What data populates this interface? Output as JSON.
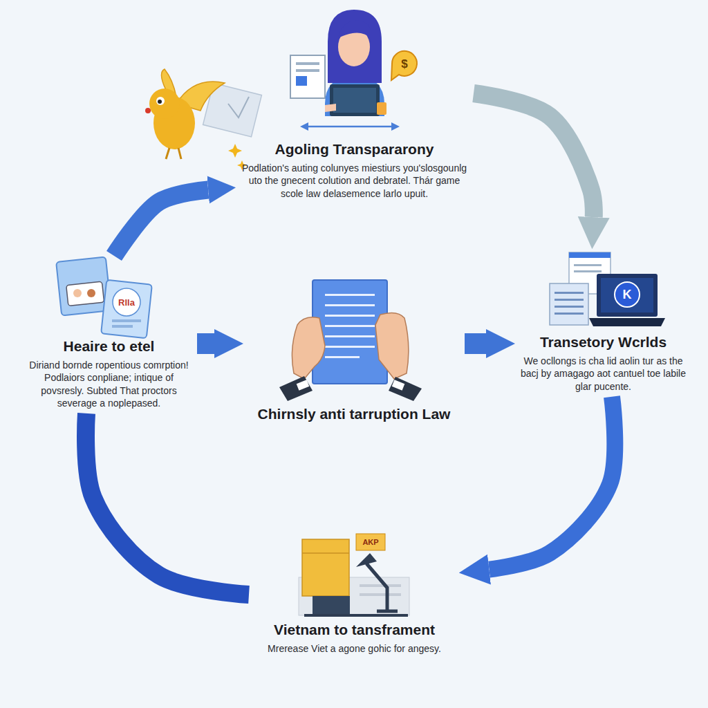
{
  "diagram": {
    "nodes": [
      {
        "text": [
          "Agoling Transpararony",
          "Podlation's auting colunyes miestiurs you'slosgounlg uto the gnecent colution and debratel. Thár game scole law delasemence larlo upuit."
        ]
      },
      {
        "text": [
          "Heaire to etel",
          "Diriand bornde ropentious comrption! Podlaiors conpliane; intique of povsresly. Subted That proctors severage a noplepased."
        ]
      },
      {
        "text": [
          "Chirnsly anti tarruption Law"
        ]
      },
      {
        "text": [
          "Transetory Wcrlds",
          "We ocllongs is cha lid aolin tur as the bacj by amagago aot cantuel toe labile glar pucente."
        ]
      },
      {
        "text": [
          "Vietnam to tansframent",
          "Mrerease Viet a agone gohic for angesy."
        ]
      }
    ],
    "edges": [
      {
        "from": 1,
        "to": 2,
        "arrow": "to"
      },
      {
        "from": 2,
        "to": 3,
        "arrow": "to"
      },
      {
        "from": 0,
        "to": 3,
        "arrow": "to"
      },
      {
        "from": 3,
        "to": 4,
        "arrow": "to"
      },
      {
        "from": 4,
        "to": 1,
        "arrow": "none"
      },
      {
        "from": 1,
        "to": 0,
        "arrow": "to"
      }
    ],
    "labels": [
      "$",
      "Rlla",
      "K",
      "AKP"
    ]
  }
}
